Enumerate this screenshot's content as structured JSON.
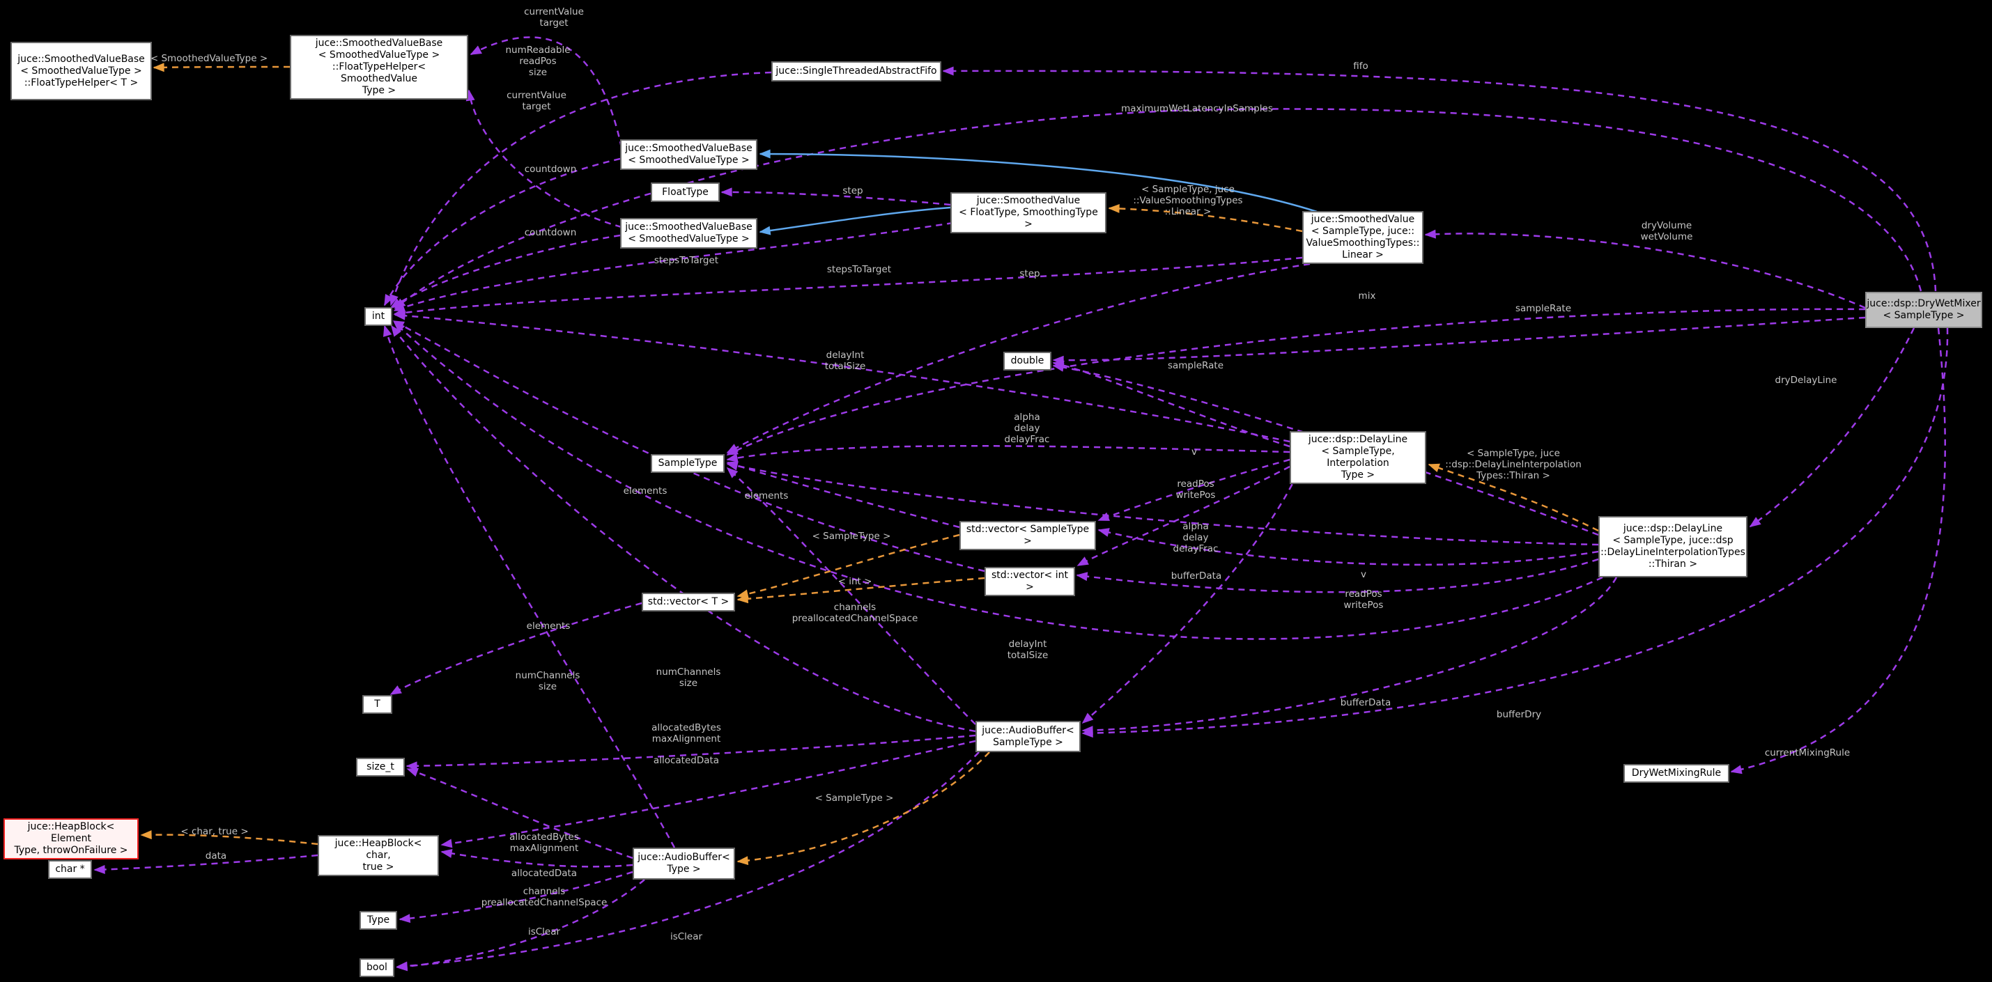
{
  "diagram": {
    "title": "juce::dsp::DryWetMixer< SampleType > collaboration graph",
    "colors": {
      "background": "#000000",
      "member_edge": "#9d3be8",
      "template_edge": "#e8973a",
      "inheritance_edge": "#5fa8ee",
      "node_background": "#ffffff",
      "node_border": "#696969",
      "highlight_node_background": "#bebebe",
      "error_node_border": "#f42222",
      "edge_label_color": "#c4c4c4"
    },
    "nodes": [
      {
        "id": "fth_t",
        "kind": "normal",
        "label": "juce::SmoothedValueBase\n< SmoothedValueType >\n::FloatTypeHelper< T >"
      },
      {
        "id": "fth_svt",
        "kind": "normal",
        "label": "juce::SmoothedValueBase\n< SmoothedValueType >\n::FloatTypeHelper< SmoothedValue\nType >"
      },
      {
        "id": "fifo",
        "kind": "normal",
        "label": "juce::SingleThreadedAbstractFifo"
      },
      {
        "id": "svb1",
        "kind": "normal",
        "label": "juce::SmoothedValueBase\n< SmoothedValueType >"
      },
      {
        "id": "floattype",
        "kind": "normal",
        "label": "FloatType"
      },
      {
        "id": "sv_ft",
        "kind": "normal",
        "label": "juce::SmoothedValue\n< FloatType, SmoothingType >"
      },
      {
        "id": "svb2",
        "kind": "normal",
        "label": "juce::SmoothedValueBase\n< SmoothedValueType >"
      },
      {
        "id": "sv_lin",
        "kind": "normal",
        "label": "juce::SmoothedValue\n< SampleType, juce::\nValueSmoothingTypes::\nLinear >"
      },
      {
        "id": "drywet",
        "kind": "highlight",
        "label": "juce::dsp::DryWetMixer\n< SampleType >"
      },
      {
        "id": "int_box",
        "kind": "normal",
        "label": "int"
      },
      {
        "id": "double_box",
        "kind": "normal",
        "label": "double"
      },
      {
        "id": "dl_gen",
        "kind": "normal",
        "label": "juce::dsp::DelayLine\n< SampleType, Interpolation\nType >"
      },
      {
        "id": "sampletype",
        "kind": "normal",
        "label": "SampleType"
      },
      {
        "id": "vec_st",
        "kind": "normal",
        "label": "std::vector< SampleType >"
      },
      {
        "id": "vec_int",
        "kind": "normal",
        "label": "std::vector< int >"
      },
      {
        "id": "vec_t",
        "kind": "normal",
        "label": "std::vector< T >"
      },
      {
        "id": "dl_thiran",
        "kind": "normal",
        "label": "juce::dsp::DelayLine\n< SampleType, juce::dsp\n::DelayLineInterpolationTypes\n::Thiran >"
      },
      {
        "id": "t_box",
        "kind": "normal",
        "label": "T"
      },
      {
        "id": "size_t_box",
        "kind": "normal",
        "label": "size_t"
      },
      {
        "id": "ab_st",
        "kind": "normal",
        "label": "juce::AudioBuffer<\nSampleType >"
      },
      {
        "id": "dwmr",
        "kind": "normal",
        "label": "DryWetMixingRule"
      },
      {
        "id": "heap_et",
        "kind": "error",
        "label": "juce::HeapBlock< Element\nType, throwOnFailure >"
      },
      {
        "id": "heap_char",
        "kind": "normal",
        "label": "juce::HeapBlock< char,\ntrue >"
      },
      {
        "id": "charptr",
        "kind": "normal",
        "label": "char *"
      },
      {
        "id": "ab_type",
        "kind": "normal",
        "label": "juce::AudioBuffer<\nType >"
      },
      {
        "id": "type_box",
        "kind": "normal",
        "label": "Type"
      },
      {
        "id": "bool_box",
        "kind": "normal",
        "label": "bool"
      }
    ],
    "edge_labels": [
      {
        "text": "currentValue\ntarget",
        "kind": "member"
      },
      {
        "text": "< SmoothedValueType >",
        "kind": "template"
      },
      {
        "text": "numReadable\nreadPos\nsize",
        "kind": "member"
      },
      {
        "text": "fifo",
        "kind": "member"
      },
      {
        "text": "currentValue\ntarget",
        "kind": "member"
      },
      {
        "text": "maximumWetLatencyInSamples",
        "kind": "member"
      },
      {
        "text": "countdown",
        "kind": "member"
      },
      {
        "text": "step",
        "kind": "member"
      },
      {
        "text": "< SampleType, juce\n::ValueSmoothingTypes\n::Linear >",
        "kind": "template"
      },
      {
        "text": "countdown",
        "kind": "member"
      },
      {
        "text": "dryVolume\nwetVolume",
        "kind": "member"
      },
      {
        "text": "stepsToTarget",
        "kind": "member"
      },
      {
        "text": "stepsToTarget",
        "kind": "member"
      },
      {
        "text": "step",
        "kind": "member"
      },
      {
        "text": "mix",
        "kind": "member"
      },
      {
        "text": "sampleRate",
        "kind": "member"
      },
      {
        "text": "delayInt\ntotalSize",
        "kind": "member"
      },
      {
        "text": "sampleRate",
        "kind": "member"
      },
      {
        "text": "dryDelayLine",
        "kind": "member"
      },
      {
        "text": "alpha\ndelay\ndelayFrac",
        "kind": "member"
      },
      {
        "text": "v",
        "kind": "member"
      },
      {
        "text": "< SampleType, juce\n::dsp::DelayLineInterpolation\nTypes::Thiran >",
        "kind": "template"
      },
      {
        "text": "elements",
        "kind": "member"
      },
      {
        "text": "elements",
        "kind": "member"
      },
      {
        "text": "readPos\nwritePos",
        "kind": "member"
      },
      {
        "text": "< SampleType >",
        "kind": "template"
      },
      {
        "text": "alpha\ndelay\ndelayFrac",
        "kind": "member"
      },
      {
        "text": "bufferData",
        "kind": "member"
      },
      {
        "text": "< int >",
        "kind": "template"
      },
      {
        "text": "channels\npreallocatedChannelSpace",
        "kind": "member"
      },
      {
        "text": "v",
        "kind": "member"
      },
      {
        "text": "readPos\nwritePos",
        "kind": "member"
      },
      {
        "text": "elements",
        "kind": "member"
      },
      {
        "text": "delayInt\ntotalSize",
        "kind": "member"
      },
      {
        "text": "numChannels\nsize",
        "kind": "member"
      },
      {
        "text": "numChannels\nsize",
        "kind": "member"
      },
      {
        "text": "bufferData",
        "kind": "member"
      },
      {
        "text": "bufferDry",
        "kind": "member"
      },
      {
        "text": "allocatedBytes\nmaxAlignment",
        "kind": "member"
      },
      {
        "text": "allocatedData",
        "kind": "member"
      },
      {
        "text": "currentMixingRule",
        "kind": "member"
      },
      {
        "text": "< SampleType >",
        "kind": "template"
      },
      {
        "text": "< char, true >",
        "kind": "template"
      },
      {
        "text": "data",
        "kind": "member"
      },
      {
        "text": "allocatedBytes\nmaxAlignment",
        "kind": "member"
      },
      {
        "text": "allocatedData",
        "kind": "member"
      },
      {
        "text": "channels\npreallocatedChannelSpace",
        "kind": "member"
      },
      {
        "text": "isClear",
        "kind": "member"
      },
      {
        "text": "isClear",
        "kind": "member"
      }
    ]
  }
}
